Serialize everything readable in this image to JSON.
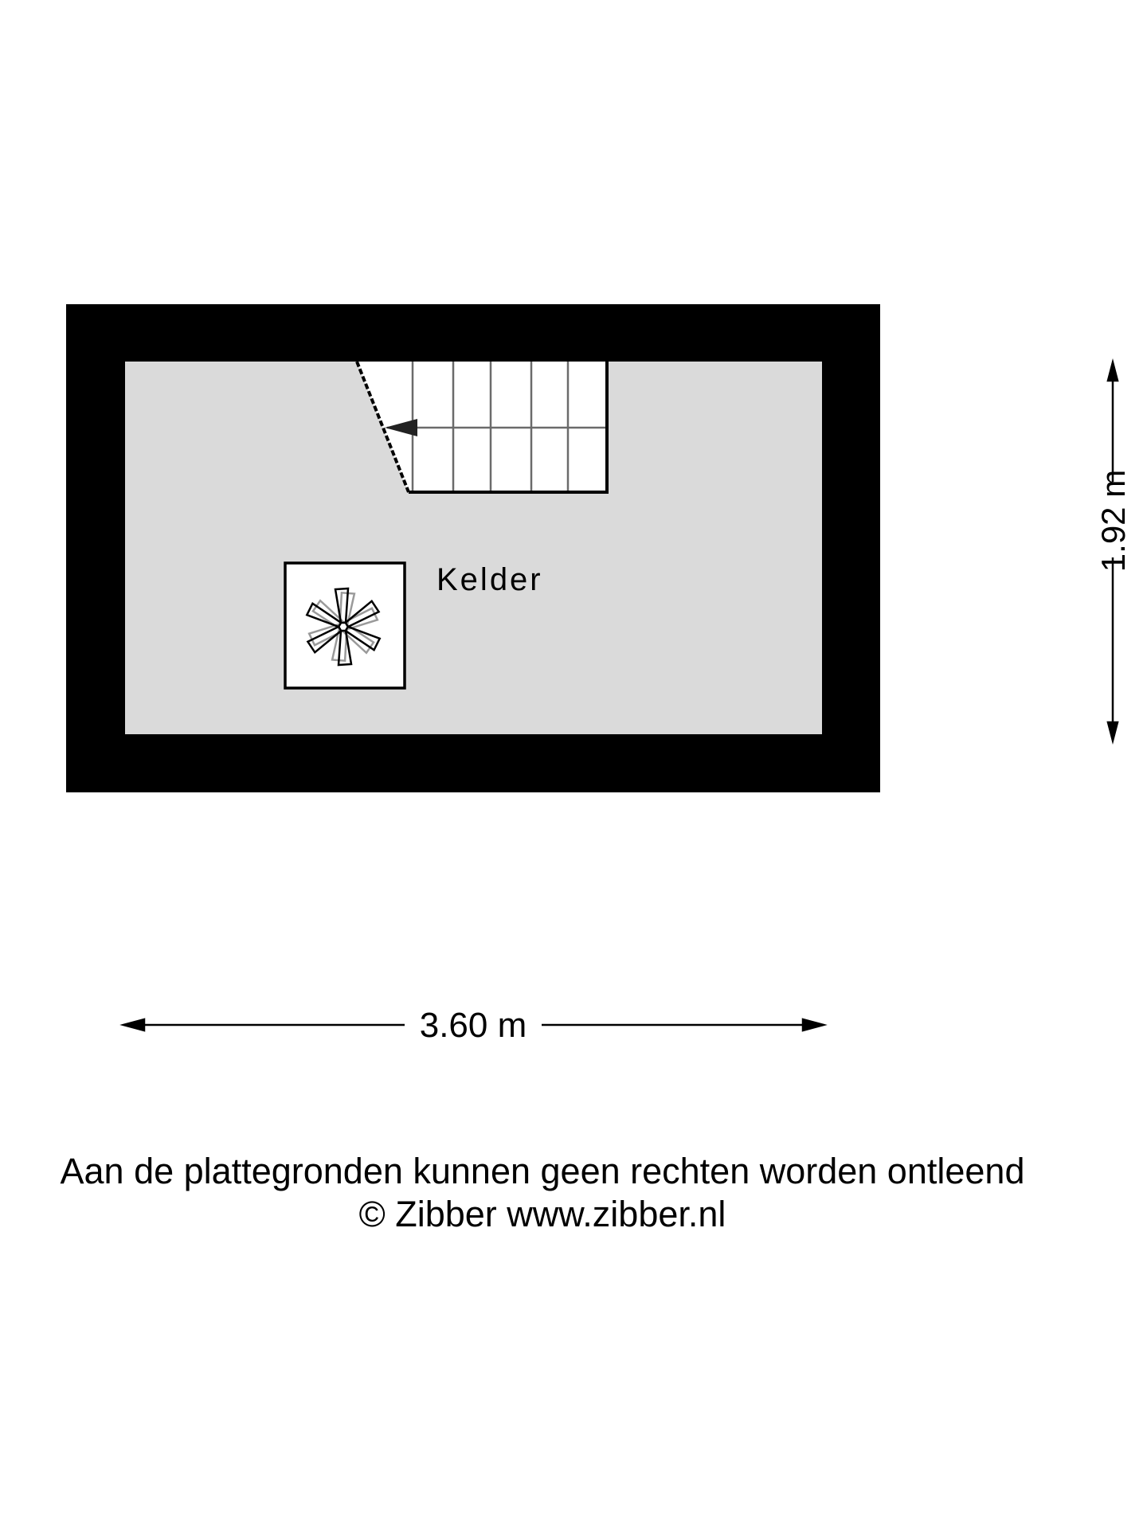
{
  "floorplan": {
    "room": {
      "name": "Kelder"
    },
    "dimensions": {
      "width": "3.60 m",
      "depth": "1.92 m"
    },
    "fixtures": [
      {
        "type": "staircase",
        "direction": "left",
        "steps": 6
      },
      {
        "type": "fan-unit"
      }
    ],
    "colors": {
      "wall": "#000000",
      "floor": "#dadada",
      "fixture_fill": "#ffffff",
      "stair_lines": "#6b6b6b",
      "background": "#ffffff"
    }
  },
  "footer": {
    "disclaimer": "Aan de plattegronden kunnen geen rechten worden ontleend",
    "copyright": "© Zibber www.zibber.nl"
  }
}
